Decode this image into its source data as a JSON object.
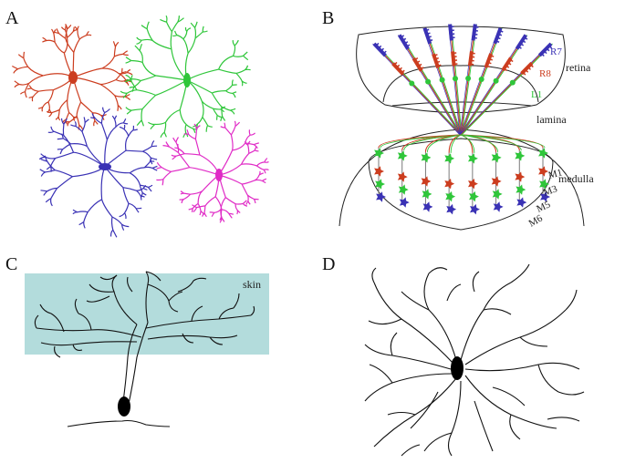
{
  "panels": {
    "a": {
      "letter": "A"
    },
    "b": {
      "letter": "B",
      "labels": {
        "retina": "retina",
        "lamina": "lamina",
        "medulla": "medulla",
        "r7": "R7",
        "r8": "R8",
        "l1": "L1",
        "m1": "M1",
        "m3": "M3",
        "m5": "M5",
        "m6": "M6"
      }
    },
    "c": {
      "letter": "C",
      "skin_label": "skin"
    },
    "d": {
      "letter": "D"
    }
  },
  "colors": {
    "red_neuron": "#cc3d1f",
    "green_neuron": "#2fc63a",
    "blue_neuron": "#3a32b5",
    "magenta_neuron": "#e02bc6",
    "r7": "#3a32b5",
    "r8": "#cc3d1f",
    "l1": "#2fc63a",
    "skin": "#b3dcdc",
    "outline": "#222222"
  }
}
